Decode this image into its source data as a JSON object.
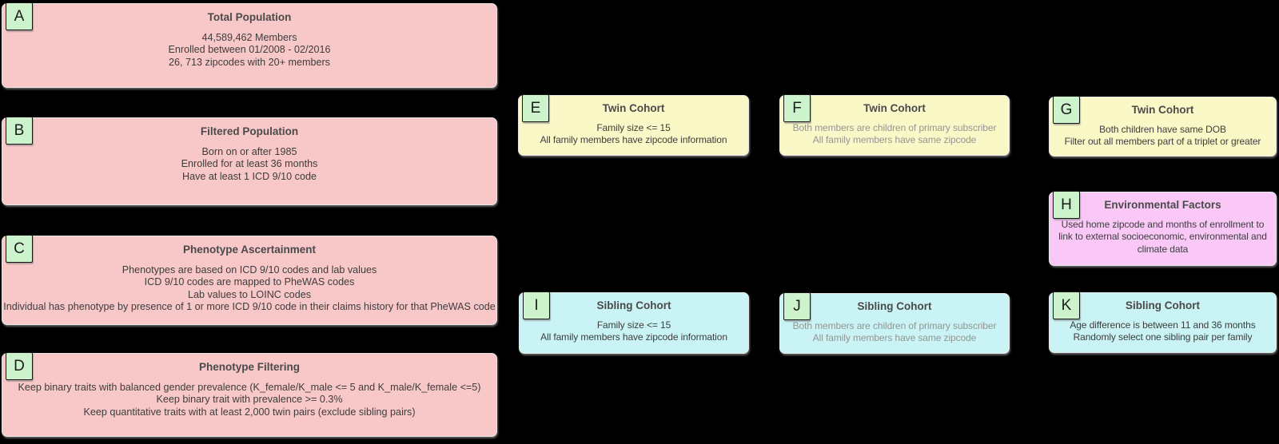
{
  "page": {
    "background": "#000000"
  },
  "colors": {
    "population": "#f8c7c7",
    "twin": "#fbf8c8",
    "sibling": "#c9f3f4",
    "environment": "#f9c8f7",
    "step_label": "#ccf3cc"
  },
  "boxes": {
    "A": {
      "label": "A",
      "title": "Total Population",
      "lines": [
        "44,589,462 Members",
        "Enrolled between 01/2008 - 02/2016",
        "26, 713 zipcodes with 20+ members"
      ]
    },
    "B": {
      "label": "B",
      "title": "Filtered Population",
      "lines": [
        "Born on or after 1985",
        "Enrolled for at least 36 months",
        "Have at least 1 ICD 9/10 code"
      ]
    },
    "C": {
      "label": "C",
      "title": "Phenotype Ascertainment",
      "lines": [
        "Phenotypes are based on ICD 9/10 codes and lab values",
        "ICD 9/10 codes are mapped to PheWAS codes",
        "Lab values to LOINC codes",
        "Individual has phenotype by presence of 1 or more ICD 9/10 code in their claims history for that PheWAS code"
      ]
    },
    "D": {
      "label": "D",
      "title": "Phenotype Filtering",
      "lines": [
        "Keep binary traits with balanced gender prevalence (K_female/K_male <= 5 and K_male/K_female <=5)",
        "Keep binary trait with prevalence >= 0.3%",
        "Keep quantitative traits with at least 2,000 twin pairs (exclude sibling pairs)"
      ]
    },
    "E": {
      "label": "E",
      "title": "Twin Cohort",
      "lines": [
        "Family size <= 15",
        "All family members have zipcode information"
      ]
    },
    "F": {
      "label": "F",
      "title": "Twin Cohort",
      "lines": [
        "Both members are children of primary subscriber",
        "All family members have same zipcode"
      ]
    },
    "G": {
      "label": "G",
      "title": "Twin Cohort",
      "lines": [
        "Both children have same DOB",
        "Filter out all members part of a triplet or greater"
      ]
    },
    "H": {
      "label": "H",
      "title": "Environmental Factors",
      "lines": [
        "Used home zipcode and months of enrollment to link to external socioeconomic, environmental and climate data"
      ]
    },
    "I": {
      "label": "I",
      "title": "Sibling Cohort",
      "lines": [
        "Family size <= 15",
        "All family members have zipcode information"
      ]
    },
    "J": {
      "label": "J",
      "title": "Sibling Cohort",
      "lines": [
        "Both members are children of primary subscriber",
        "All family members have same zipcode"
      ]
    },
    "K": {
      "label": "K",
      "title": "Sibling Cohort",
      "lines": [
        "Age difference is between 11 and 36 months",
        "Randomly select one sibling pair per family"
      ]
    }
  }
}
